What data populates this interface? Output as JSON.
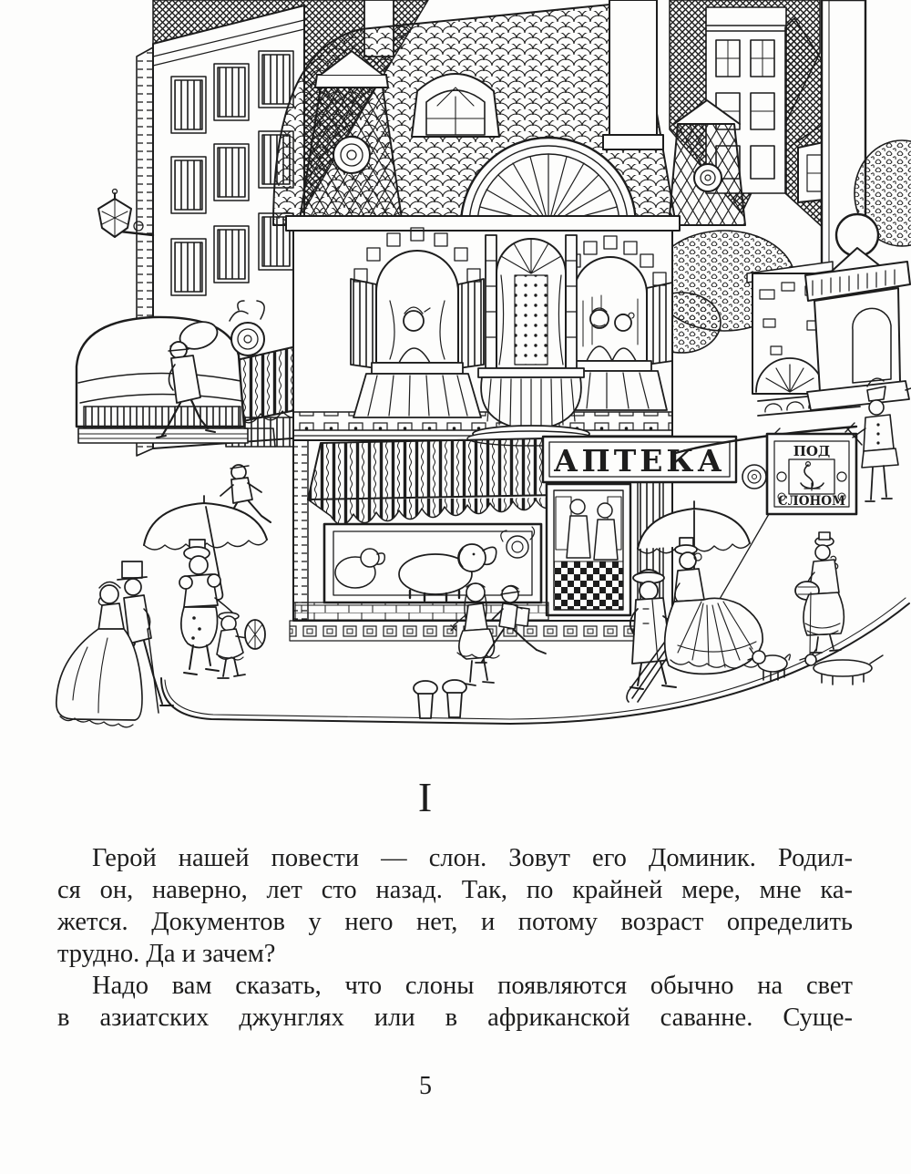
{
  "colors": {
    "ink": "#1d1d1d",
    "paper": "#fdfdfc"
  },
  "illustration": {
    "description": "line drawing of an old town street corner with a pharmacy shop",
    "pharmacy_sign": "АПТЕКА",
    "hanging_sign_top": "ПОД",
    "hanging_sign_bottom": "СЛОНОМ"
  },
  "chapter_heading": "I",
  "body_lines": [
    {
      "t": "Герой нашей повести — слон. Зовут его Доминик. Родил-"
    },
    {
      "t": "ся он, наверно, лет сто назад. Так, по крайней мере, мне ка-"
    },
    {
      "t": "жется. Документов у него нет, и потому возраст определить"
    },
    {
      "t": "трудно. Да и зачем?"
    },
    {
      "t": "Надо вам сказать, что слоны появляются обычно на свет"
    },
    {
      "t": "в азиатских джунглях или в африканской саванне. Суще-"
    }
  ],
  "page_number": "5"
}
